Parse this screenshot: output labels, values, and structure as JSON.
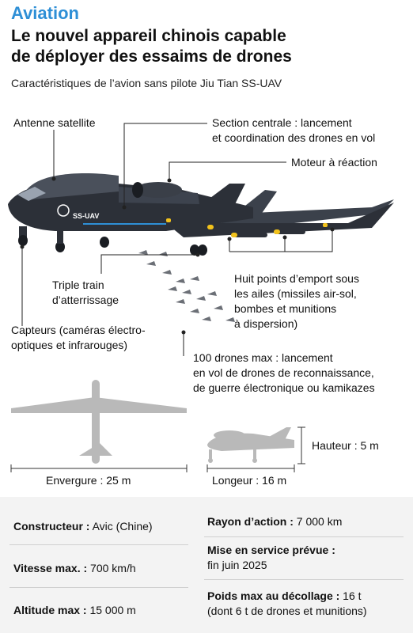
{
  "header": {
    "kicker": "Aviation",
    "title_line1": "Le nouvel appareil chinois capable",
    "title_line2": "de déployer des essaims de drones",
    "subtitle": "Caractéristiques de l’avion sans pilote Jiu Tian SS-UAV"
  },
  "aircraft": {
    "fuselage_marking": "SS-UAV"
  },
  "labels": {
    "antenne": "Antenne satellite",
    "section_l1": "Section centrale : lancement",
    "section_l2": "et coordination des drones en vol",
    "moteur": "Moteur à réaction",
    "train_l1": "Triple train",
    "train_l2": "d’atterrissage",
    "points_l1": "Huit points d’emport sous",
    "points_l2": "les ailes (missiles air-sol,",
    "points_l3": "bombes et munitions",
    "points_l4": "à dispersion)",
    "capteurs_l1": "Capteurs (caméras électro-",
    "capteurs_l2": "optiques et infrarouges)",
    "drones_l1": "100 drones max : lancement",
    "drones_l2": "en vol de drones de reconnaissance,",
    "drones_l3": "de guerre électronique ou kamikazes"
  },
  "dimensions": {
    "envergure": "Envergure : 25 m",
    "longueur": "Longeur : 16 m",
    "hauteur": "Hauteur : 5 m"
  },
  "specs": {
    "constructeur_label": "Constructeur :",
    "constructeur_value": " Avic (Chine)",
    "vitesse_label": "Vitesse max. :",
    "vitesse_value": " 700 km/h",
    "altitude_label": "Altitude max :",
    "altitude_value": " 15 000 m",
    "rayon_label": "Rayon d’action :",
    "rayon_value": " 7 000 km",
    "service_label": "Mise en service prévue :",
    "service_value": "fin juin 2025",
    "poids_label": "Poids max au décollage :",
    "poids_value": " 16 t",
    "poids_value2": "(dont 6 t de drones et munitions)"
  },
  "colors": {
    "accent": "#2e8fd6",
    "aircraft": "#2c3038",
    "aircraft_light": "#4a505b",
    "silhouette": "#b9b9b9",
    "missile": "#f2c21b",
    "panel": "#f3f3f3"
  }
}
